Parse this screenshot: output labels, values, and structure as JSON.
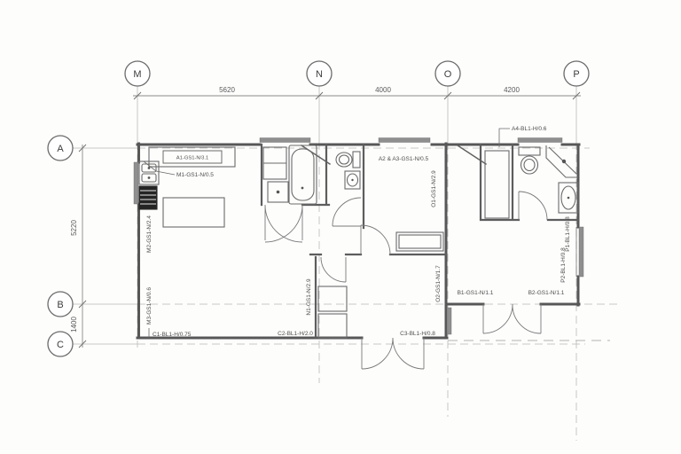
{
  "grid": {
    "columns": [
      "M",
      "N",
      "O",
      "P"
    ],
    "rows": [
      "A",
      "B",
      "C"
    ],
    "column_dimensions": [
      "5620",
      "4000",
      "4200"
    ],
    "row_dimensions": [
      "5220",
      "1400"
    ]
  },
  "labels": {
    "a1": "A1-GS1-N/3.1",
    "m1": "M1-GS1-N/0.5",
    "m2": "M2-GS1-N/2.4",
    "m3": "M3-GS1-N/0.6",
    "c1": "C1-BL1-H/0.75",
    "c2": "C2-BL1-H/2.0",
    "c3": "C3-BL1-H/0.8",
    "n1": "N1-GS1-N/2.9",
    "o1": "O1-GS1-N/2.9",
    "o2": "O2-GS1-N/1.7",
    "a2a3": "A2 & A3-GS1-N/0.5",
    "a4": "A4-BL1-H/0.6",
    "b1": "B1-GS1-N/1.1",
    "b2": "B2-GS1-N/1.1",
    "p1": "P1-BL1-H/0.8",
    "p2": "P2-BL1-H/0.8"
  }
}
